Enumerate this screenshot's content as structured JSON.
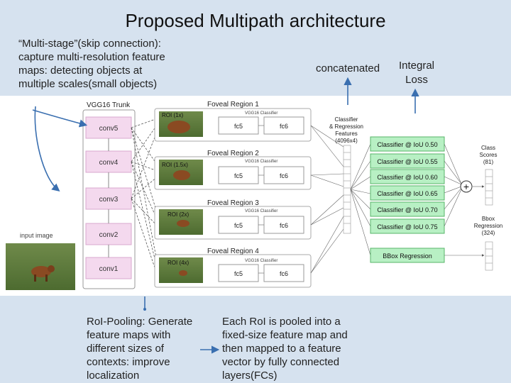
{
  "slide": {
    "title": "Proposed Multipath architecture",
    "note_multistage": "“Multi-stage”(skip connection): capture multi-resolution feature maps: detecting objects at multiple scales(small objects)",
    "note_concat": "concatenated",
    "note_integral": "Integral Loss",
    "note_roipool": "RoI-Pooling: Generate feature maps with different sizes of contexts: improve localization",
    "note_fc": "Each RoI is pooled into a fixed-size feature map and then mapped to a feature vector by fully connected layers(FCs)"
  },
  "figure": {
    "trunk_label": "VGG16 Trunk",
    "input_label": "input image",
    "trunk_layers": [
      "conv5",
      "conv4",
      "conv3",
      "conv2",
      "conv1"
    ],
    "foveal_regions": [
      {
        "title": "Foveal Region 1",
        "roi": "ROI (1x)",
        "classifier": "VGG16 Classifier",
        "fc_a": "fc5",
        "fc_b": "fc6"
      },
      {
        "title": "Foveal Region 2",
        "roi": "ROI (1.5x)",
        "classifier": "VGG16 Classifier",
        "fc_a": "fc5",
        "fc_b": "fc6"
      },
      {
        "title": "Foveal Region 3",
        "roi": "ROI (2x)",
        "classifier": "VGG16 Classifier",
        "fc_a": "fc5",
        "fc_b": "fc6"
      },
      {
        "title": "Foveal Region 4",
        "roi": "ROI (4x)",
        "classifier": "VGG16 Classifier",
        "fc_a": "fc5",
        "fc_b": "fc6"
      }
    ],
    "features_label": [
      "Classifier",
      "& Regression",
      "Features",
      "(4096x4)"
    ],
    "classifiers": [
      "Classifier @ IoU 0.50",
      "Classifier @ IoU 0.55",
      "Classifier @ IoU 0.60",
      "Classifier @ IoU 0.65",
      "Classifier @ IoU 0.70",
      "Classifier @ IoU 0.75"
    ],
    "bbox_label": "BBox Regression",
    "class_scores_label": [
      "Class",
      "Scores",
      "(81)"
    ],
    "bbox_reg_label": [
      "Bbox",
      "Regression",
      "(324)"
    ],
    "plus": "+",
    "colors": {
      "trunk": "#f4d9ee",
      "trunk_border": "#d9a8cf",
      "classifier": "#b8f0c4",
      "classifier_border": "#58b46a",
      "arrow": "#3a6fb0",
      "bg": "#d6e2ef"
    }
  }
}
